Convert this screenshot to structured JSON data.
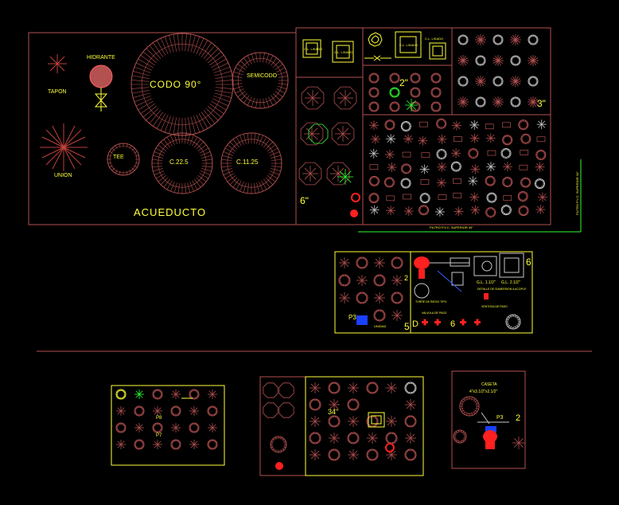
{
  "colors": {
    "background": "#000000",
    "frame": "#b35050",
    "yellow": "#ffff3a",
    "red": "#ff2020",
    "green": "#30ff30",
    "white": "#ffffff",
    "grey": "#c8c8c8",
    "orange": "#ff9a30"
  },
  "main_panel": {
    "labels": {
      "tapon": "TAPON",
      "hidrante": "HIDRANTE",
      "codo90": "CODO 90°",
      "semicodo": "SEMICODO",
      "union": "UNION",
      "tee": "TEE",
      "c225": "C.22.5",
      "c1125": "C.11.25",
      "acueducto": "ACUEDUCTO"
    }
  },
  "valves_panel": {
    "labels": {
      "v1": "C.L. LISADO",
      "v2": "C.L. LISADO",
      "v3": "C.L. LISADO",
      "v4": "C.L. LISADO"
    }
  },
  "fittings_panel": {
    "size_labels": {
      "two_inch": "2\"",
      "three_inch": "3\"",
      "six_inch": "6\""
    },
    "bottom_label": "FILTRO P.V.C. SUPERIOR 34\"",
    "side_label": "FILTRO P.V.C. SUPERIOR 34\""
  },
  "detail_panel": {
    "labels": {
      "g112": "G.L. 1.1/2\"",
      "g212": "G.L. 2.1/2\"",
      "num6": "6",
      "num5": "5",
      "num2": "2",
      "d": "D",
      "n6b": "6",
      "p3": "P3",
      "unidad": "UNIDAD",
      "nota1": "TORRE DE RIEGO TIPO",
      "nota2": "DETALLE DE SUMERSION A ACOPLE",
      "nota3": "VALVULA DE PASO",
      "nota4": "VENTOSA DE PASO"
    }
  },
  "small_panels": {
    "left_labels": {
      "p8": "P8",
      "p7": "P7"
    },
    "middle_labels": {
      "s34": "34\""
    },
    "right_labels": {
      "header": "CASETA",
      "sub": "4\"x3.1/2\"x2.1/2\"",
      "p3": "P3",
      "n2": "2"
    }
  }
}
